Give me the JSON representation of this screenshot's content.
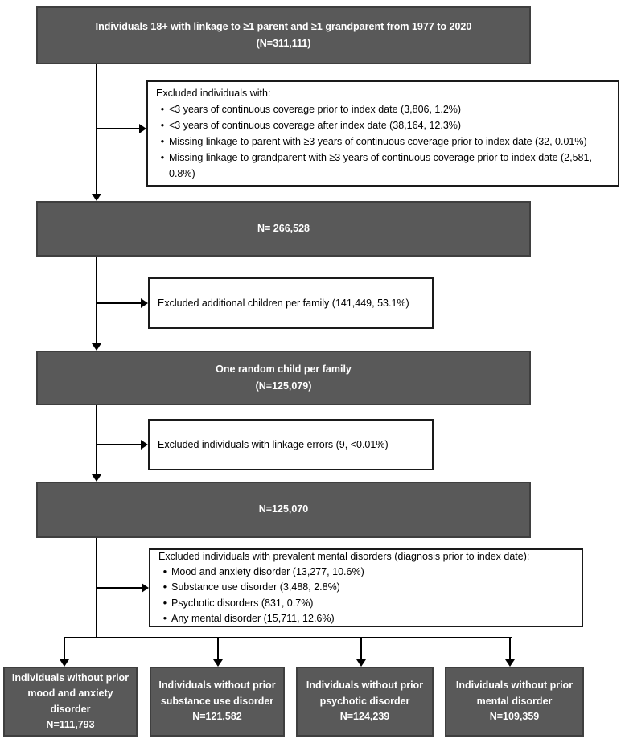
{
  "colors": {
    "dark_box_fill": "#595959",
    "dark_box_border": "#3f3f3f",
    "light_box_fill": "#ffffff",
    "light_box_border": "#1a1a1a",
    "dark_box_text": "#ffffff",
    "light_box_text": "#000000",
    "connector": "#000000"
  },
  "flow": {
    "main_boxes": [
      {
        "lines": [
          "Individuals 18+ with linkage to ≥1 parent and ≥1 grandparent from 1977 to 2020",
          "(N=311,111)"
        ]
      },
      {
        "lines": [
          "N= 266,528"
        ]
      },
      {
        "lines": [
          "One random child per family",
          "(N=125,079)"
        ]
      },
      {
        "lines": [
          "N=125,070"
        ]
      }
    ],
    "exclusions": [
      {
        "title": "Excluded individuals with:",
        "bullets": [
          "<3 years of continuous coverage prior to index date (3,806, 1.2%)",
          "<3 years of continuous coverage after index date (38,164, 12.3%)",
          "Missing linkage to parent with ≥3 years of continuous coverage prior to index date (32, 0.01%)",
          "Missing linkage to grandparent with ≥3 years of continuous coverage prior to index date (2,581, 0.8%)"
        ]
      },
      {
        "text": "Excluded additional children per family (141,449, 53.1%)"
      },
      {
        "text": "Excluded individuals with linkage errors (9, <0.01%)"
      },
      {
        "title": "Excluded individuals with prevalent mental disorders (diagnosis prior to index date):",
        "bullets": [
          "Mood and anxiety disorder (13,277, 10.6%)",
          "Substance use disorder (3,488, 2.8%)",
          "Psychotic disorders (831, 0.7%)",
          "Any mental disorder (15,711, 12.6%)"
        ]
      }
    ],
    "outcomes": [
      {
        "label": "Individuals without prior mood and anxiety disorder",
        "n": "N=111,793"
      },
      {
        "label": "Individuals without prior substance use disorder",
        "n": "N=121,582"
      },
      {
        "label": "Individuals without prior psychotic disorder",
        "n": "N=124,239"
      },
      {
        "label": "Individuals without prior mental disorder",
        "n": "N=109,359"
      }
    ]
  }
}
